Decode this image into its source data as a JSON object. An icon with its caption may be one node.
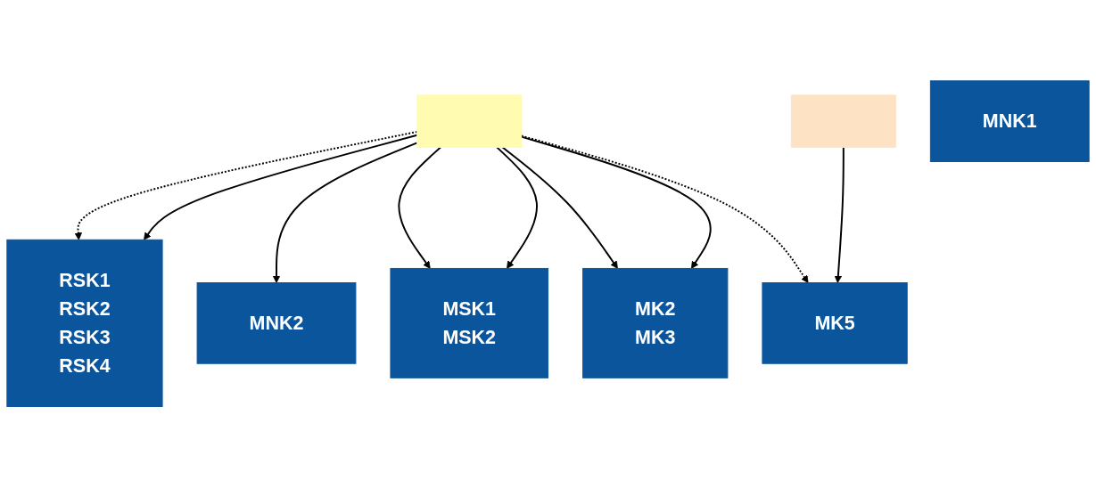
{
  "diagram": {
    "nodes": [
      {
        "text": [],
        "shape": "bar"
      },
      {
        "text": [],
        "shape": "bar"
      },
      {
        "text": [
          "RSK1",
          "RSK2",
          "RSK3",
          "RSK4"
        ]
      },
      {
        "text": [
          "MNK2"
        ]
      },
      {
        "text": [
          "MSK1",
          "MSK2"
        ]
      },
      {
        "text": [
          "MK2",
          "MK3"
        ]
      },
      {
        "text": [
          "MK5"
        ]
      },
      {
        "text": [
          "MNK1"
        ]
      }
    ],
    "edges": [
      {
        "from": 0,
        "to": 2,
        "arrow": "to",
        "style": "dashed"
      },
      {
        "from": 0,
        "to": 2,
        "arrow": "to"
      },
      {
        "from": 0,
        "to": 3,
        "arrow": "to"
      },
      {
        "from": 0,
        "to": 4,
        "arrow": "to"
      },
      {
        "from": 0,
        "to": 4,
        "arrow": "to"
      },
      {
        "from": 0,
        "to": 5,
        "arrow": "to"
      },
      {
        "from": 0,
        "to": 5,
        "arrow": "to"
      },
      {
        "from": 0,
        "to": 6,
        "arrow": "to",
        "style": "dashed"
      },
      {
        "from": 1,
        "to": 6,
        "arrow": "to"
      }
    ]
  }
}
